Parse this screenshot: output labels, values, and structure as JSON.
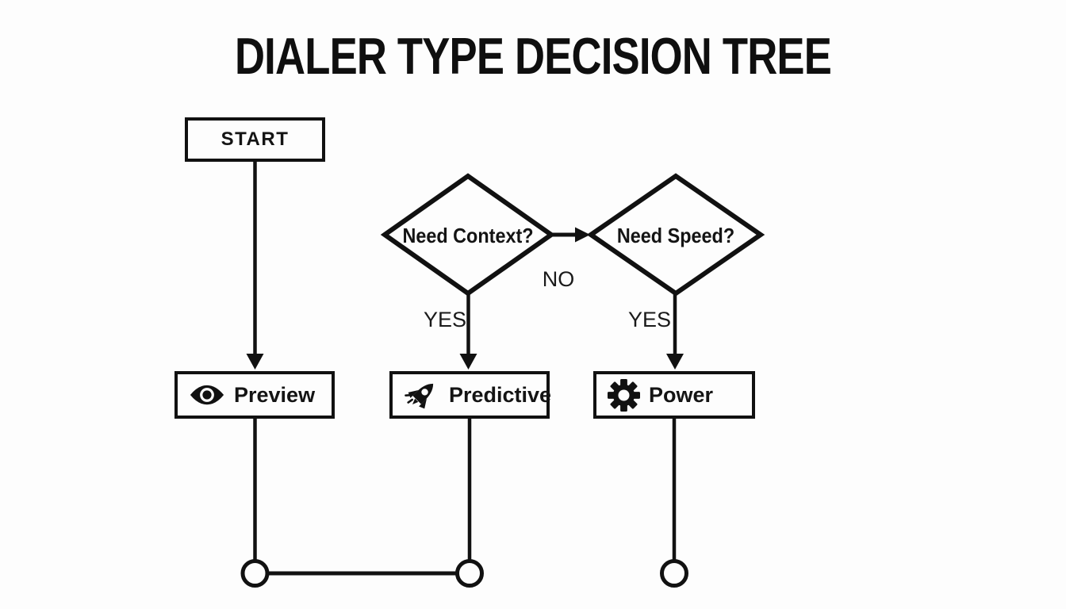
{
  "title": "DIALER TYPE DECISION TREE",
  "colors": {
    "ink": "#111111",
    "background": "#fdfdfd"
  },
  "nodes": {
    "start": {
      "label": "START"
    },
    "need_context": {
      "label": "Need Context?"
    },
    "need_speed": {
      "label": "Need Speed?"
    },
    "preview": {
      "label": "Preview",
      "icon": "eye-icon"
    },
    "predictive": {
      "label": "Predictive",
      "icon": "rocket-icon"
    },
    "power": {
      "label": "Power",
      "icon": "gear-icon"
    }
  },
  "edges": [
    {
      "from": "start",
      "to": "preview",
      "label": ""
    },
    {
      "from": "need_context",
      "to": "predictive",
      "label": "YES"
    },
    {
      "from": "need_context",
      "to": "need_speed",
      "label": "NO"
    },
    {
      "from": "need_speed",
      "to": "power",
      "label": "YES"
    },
    {
      "from": "preview",
      "to": "predictive",
      "label": ""
    }
  ]
}
